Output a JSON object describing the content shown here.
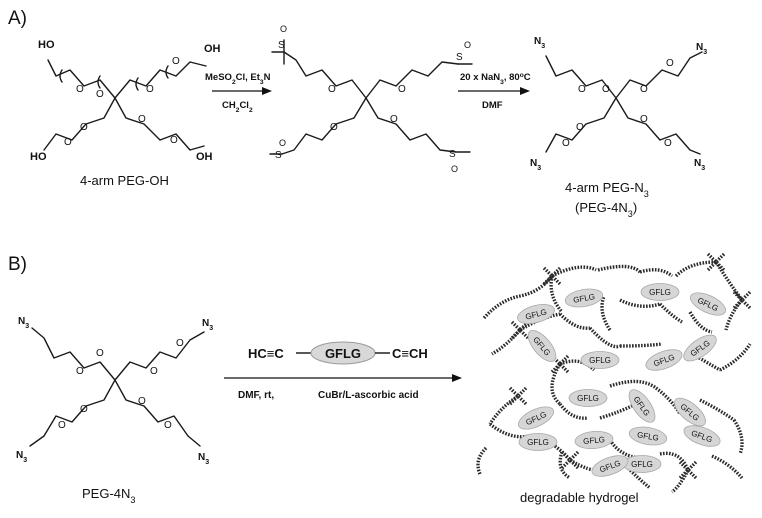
{
  "panel_a": {
    "label": "A)",
    "reagent_1_top": "MeSO2Cl, Et3N",
    "reagent_1_bottom": "CH2Cl2",
    "reagent_2_top": "20 x  NaN3, 80oC",
    "reagent_2_bottom": "DMF",
    "start_name": "4-arm PEG-OH",
    "product_name": "4-arm PEG-N3",
    "product_alias": "(PEG-4N3)",
    "atom_oh": "HO",
    "atom_oh_r": "OH",
    "atom_o": "O",
    "atom_s": "S",
    "atom_n3": "N3"
  },
  "panel_b": {
    "label": "B)",
    "start_name": "PEG-4N3",
    "crosslinker_left": "HC≡C",
    "crosslinker_core": "GFLG",
    "crosslinker_right": "C≡CH",
    "conditions_left": "DMF, rt,",
    "conditions_right": "CuBr/L-ascorbic acid",
    "product_name": "degradable hydrogel",
    "peptide": "GFLG"
  }
}
